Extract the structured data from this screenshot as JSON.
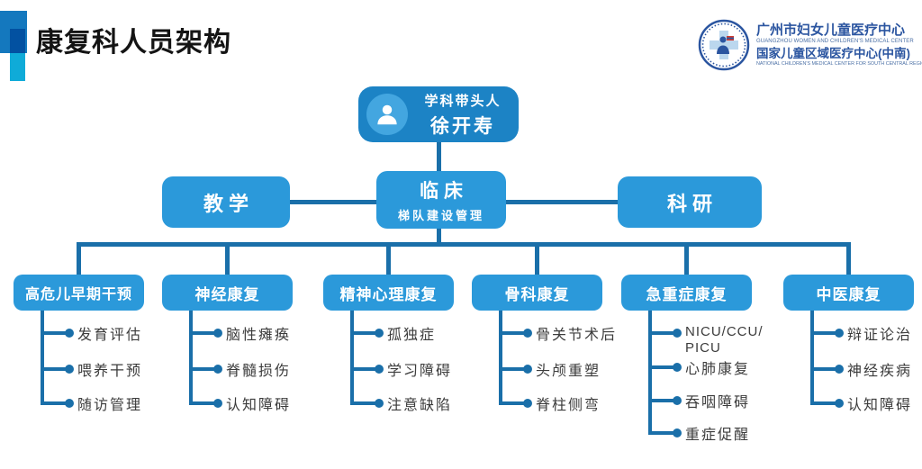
{
  "page": {
    "title": "康复科人员架构"
  },
  "logo": {
    "org_cn": "广州市妇女儿童医疗中心",
    "org_en": "GUANGZHOU WOMEN AND CHILDREN'S MEDICAL CENTER",
    "center_cn": "国家儿童区域医疗中心(中南)",
    "center_en": "NATIONAL CHILDREN'S MEDICAL CENTER FOR SOUTH CENTRAL REGION"
  },
  "chart": {
    "root": {
      "role": "学科带头人",
      "name": "徐开寿"
    },
    "level2": [
      {
        "label": "教学"
      },
      {
        "label": "临床",
        "sublabel": "梯队建设管理"
      },
      {
        "label": "科研"
      }
    ],
    "branches": [
      {
        "title": "高危儿早期干预",
        "items": [
          "发育评估",
          "喂养干预",
          "随访管理"
        ]
      },
      {
        "title": "神经康复",
        "items": [
          "脑性瘫痪",
          "脊髓损伤",
          "认知障碍"
        ]
      },
      {
        "title": "精神心理康复",
        "items": [
          "孤独症",
          "学习障碍",
          "注意缺陷"
        ]
      },
      {
        "title": "骨科康复",
        "items": [
          "骨关节术后",
          "头颅重塑",
          "脊柱侧弯"
        ]
      },
      {
        "title": "急重症康复",
        "items": [
          "NICU/CCU/PICU",
          "心肺康复",
          "吞咽障碍",
          "重症促醒"
        ]
      },
      {
        "title": "中医康复",
        "items": [
          "辩证论治",
          "神经疾病",
          "认知障碍"
        ]
      }
    ]
  },
  "colors": {
    "box-blue": "#2B99DA",
    "node-blue": "#1C83C5",
    "avatar-blue": "#43A6E0",
    "line-blue": "#1A6FA9",
    "leaf-text": "#3C3C3C",
    "accent-bar-blue": "#1478BE",
    "accent-bar-cyan": "#0FABD8",
    "logo-navy": "#2B55A0"
  }
}
